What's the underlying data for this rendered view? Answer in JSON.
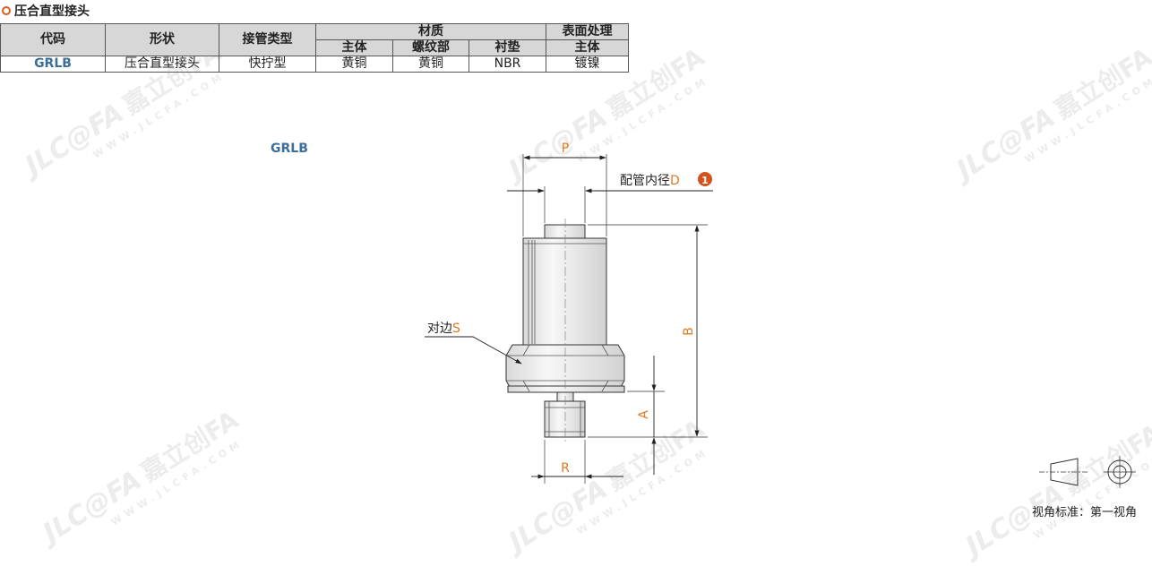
{
  "title": "压合直型接头",
  "table": {
    "headers_row1": {
      "code": "代码",
      "shape": "形状",
      "type": "接管类型",
      "material": "材质",
      "surface": "表面处理"
    },
    "headers_row2": {
      "body": "主体",
      "thread": "螺纹部",
      "gasket": "衬垫",
      "surface_body": "主体"
    },
    "row": {
      "code": "GRLB",
      "shape": "压合直型接头",
      "type": "快拧型",
      "body": "黄铜",
      "thread": "黄铜",
      "gasket": "NBR",
      "surface": "镀镍"
    }
  },
  "section_label": "GRLB",
  "drawing": {
    "dim_p": "P",
    "dim_b": "B",
    "dim_a": "A",
    "dim_r": "R",
    "callout_pipe": "配管内径",
    "callout_pipe_letter": "D",
    "callout_badge": "1",
    "callout_hex": "对边",
    "callout_hex_letter": "S"
  },
  "projection_label": "视角标准：第一视角",
  "watermark": {
    "logo": "JLC@FA",
    "cn": "嘉立创FA",
    "url": "WWW.JLCFA.COM"
  },
  "colors": {
    "accent": "#e2571e",
    "code_blue": "#3c6e9a",
    "dim_orange": "#e07a22",
    "header_gray": "#d7d7d7"
  }
}
